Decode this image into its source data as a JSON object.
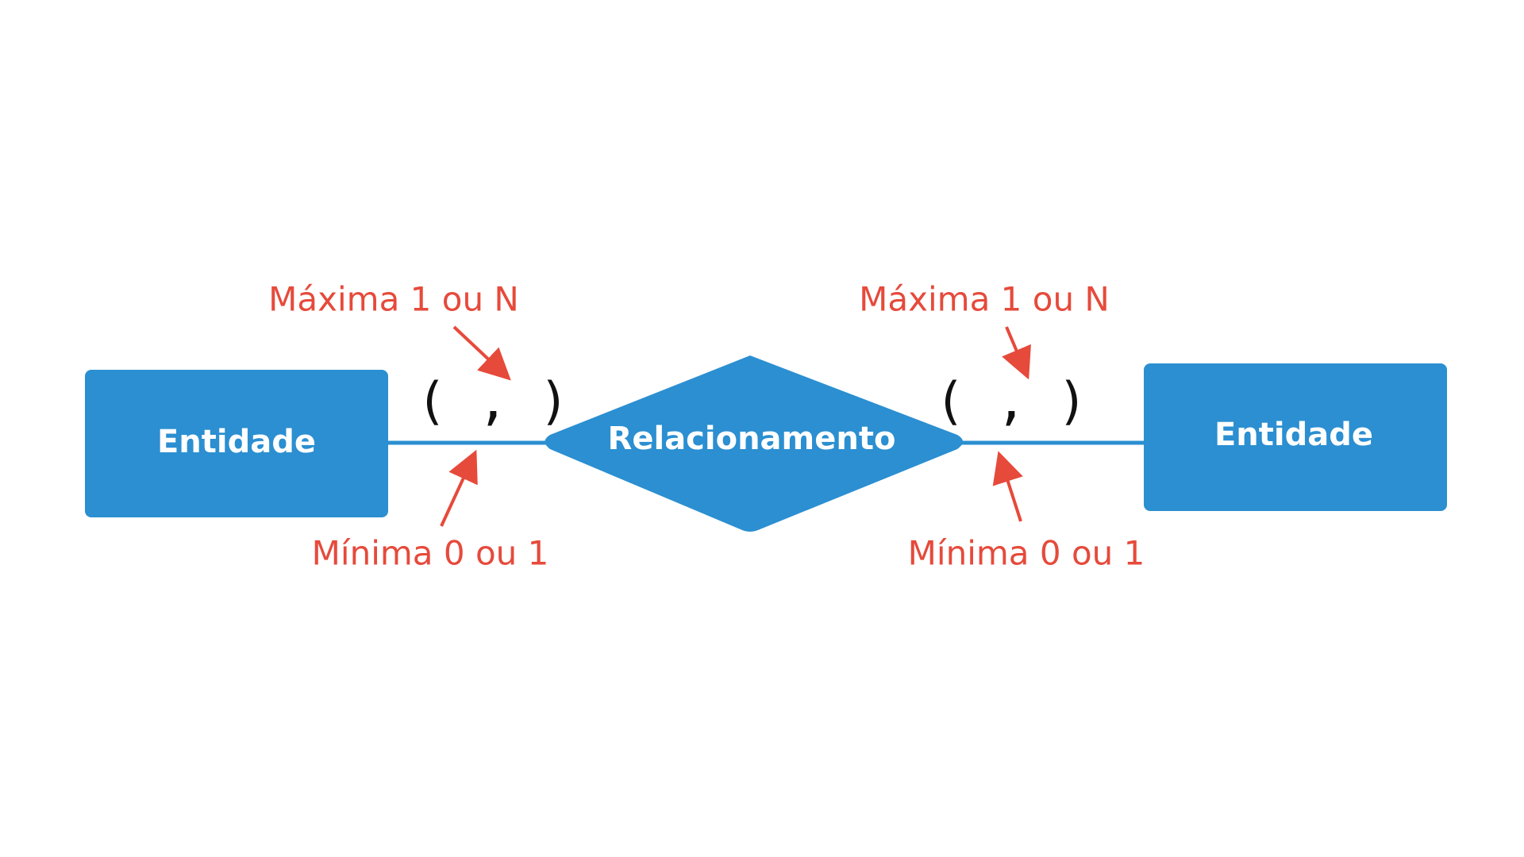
{
  "colors": {
    "entity_fill": "#2b8fd1",
    "connector_line": "#2b8fd1",
    "annotation_red": "#e64a3b",
    "cardinality_text": "#111111"
  },
  "entities": {
    "left": {
      "label": "Entidade"
    },
    "right": {
      "label": "Entidade"
    }
  },
  "relationship": {
    "label": "Relacionamento"
  },
  "cardinality": {
    "left": {
      "text": "( , )"
    },
    "right": {
      "text": "( , )"
    }
  },
  "annotations": {
    "left_max": "Máxima 1 ou N",
    "left_min": "Mínima 0 ou 1",
    "right_max": "Máxima 1 ou N",
    "right_min": "Mínima 0 ou 1"
  }
}
